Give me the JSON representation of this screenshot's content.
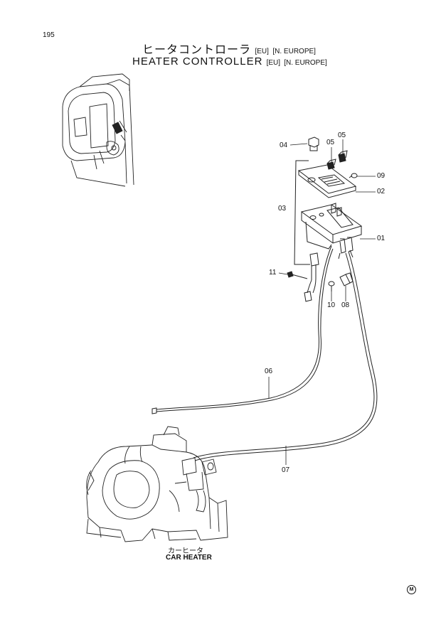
{
  "page": {
    "number": "195",
    "title_jp": "ヒータコントローラ",
    "title_en": "HEATER CONTROLLER",
    "tag_eu": "[EU]",
    "tag_neurope": "[N. EUROPE]"
  },
  "parts": {
    "p01": "01",
    "p02": "02",
    "p03": "03",
    "p04": "04",
    "p05a": "05",
    "p05b": "05",
    "p06": "06",
    "p07": "07",
    "p08": "08",
    "p09": "09",
    "p10": "10",
    "p11": "11"
  },
  "heater": {
    "label_jp": "カーヒータ",
    "label_en": "CAR HEATER"
  },
  "mark": "M"
}
